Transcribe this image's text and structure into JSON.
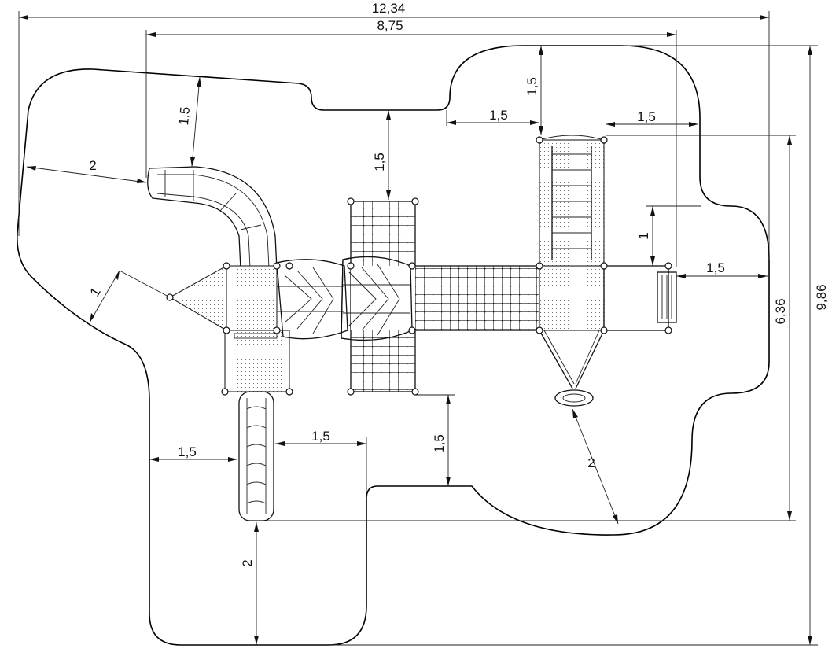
{
  "dimensions": {
    "overall_width": "12,34",
    "equipment_width": "8,75",
    "equipment_depth": "6,36",
    "overall_depth": "9,86",
    "clearances": {
      "slide_left": "2",
      "slide_top": "1,5",
      "net_top": "1,5",
      "ladder_top": "1,5",
      "ladder_left": "1,5",
      "ladder_right": "1,5",
      "steps_top": "1",
      "steps_right": "1,5",
      "ramp_left": "1",
      "lower_slide_left": "1,5",
      "lower_slide_right": "1,5",
      "net_bottom": "1,5",
      "rocker_bottom": "2",
      "lower_slide_bottom": "2"
    }
  }
}
